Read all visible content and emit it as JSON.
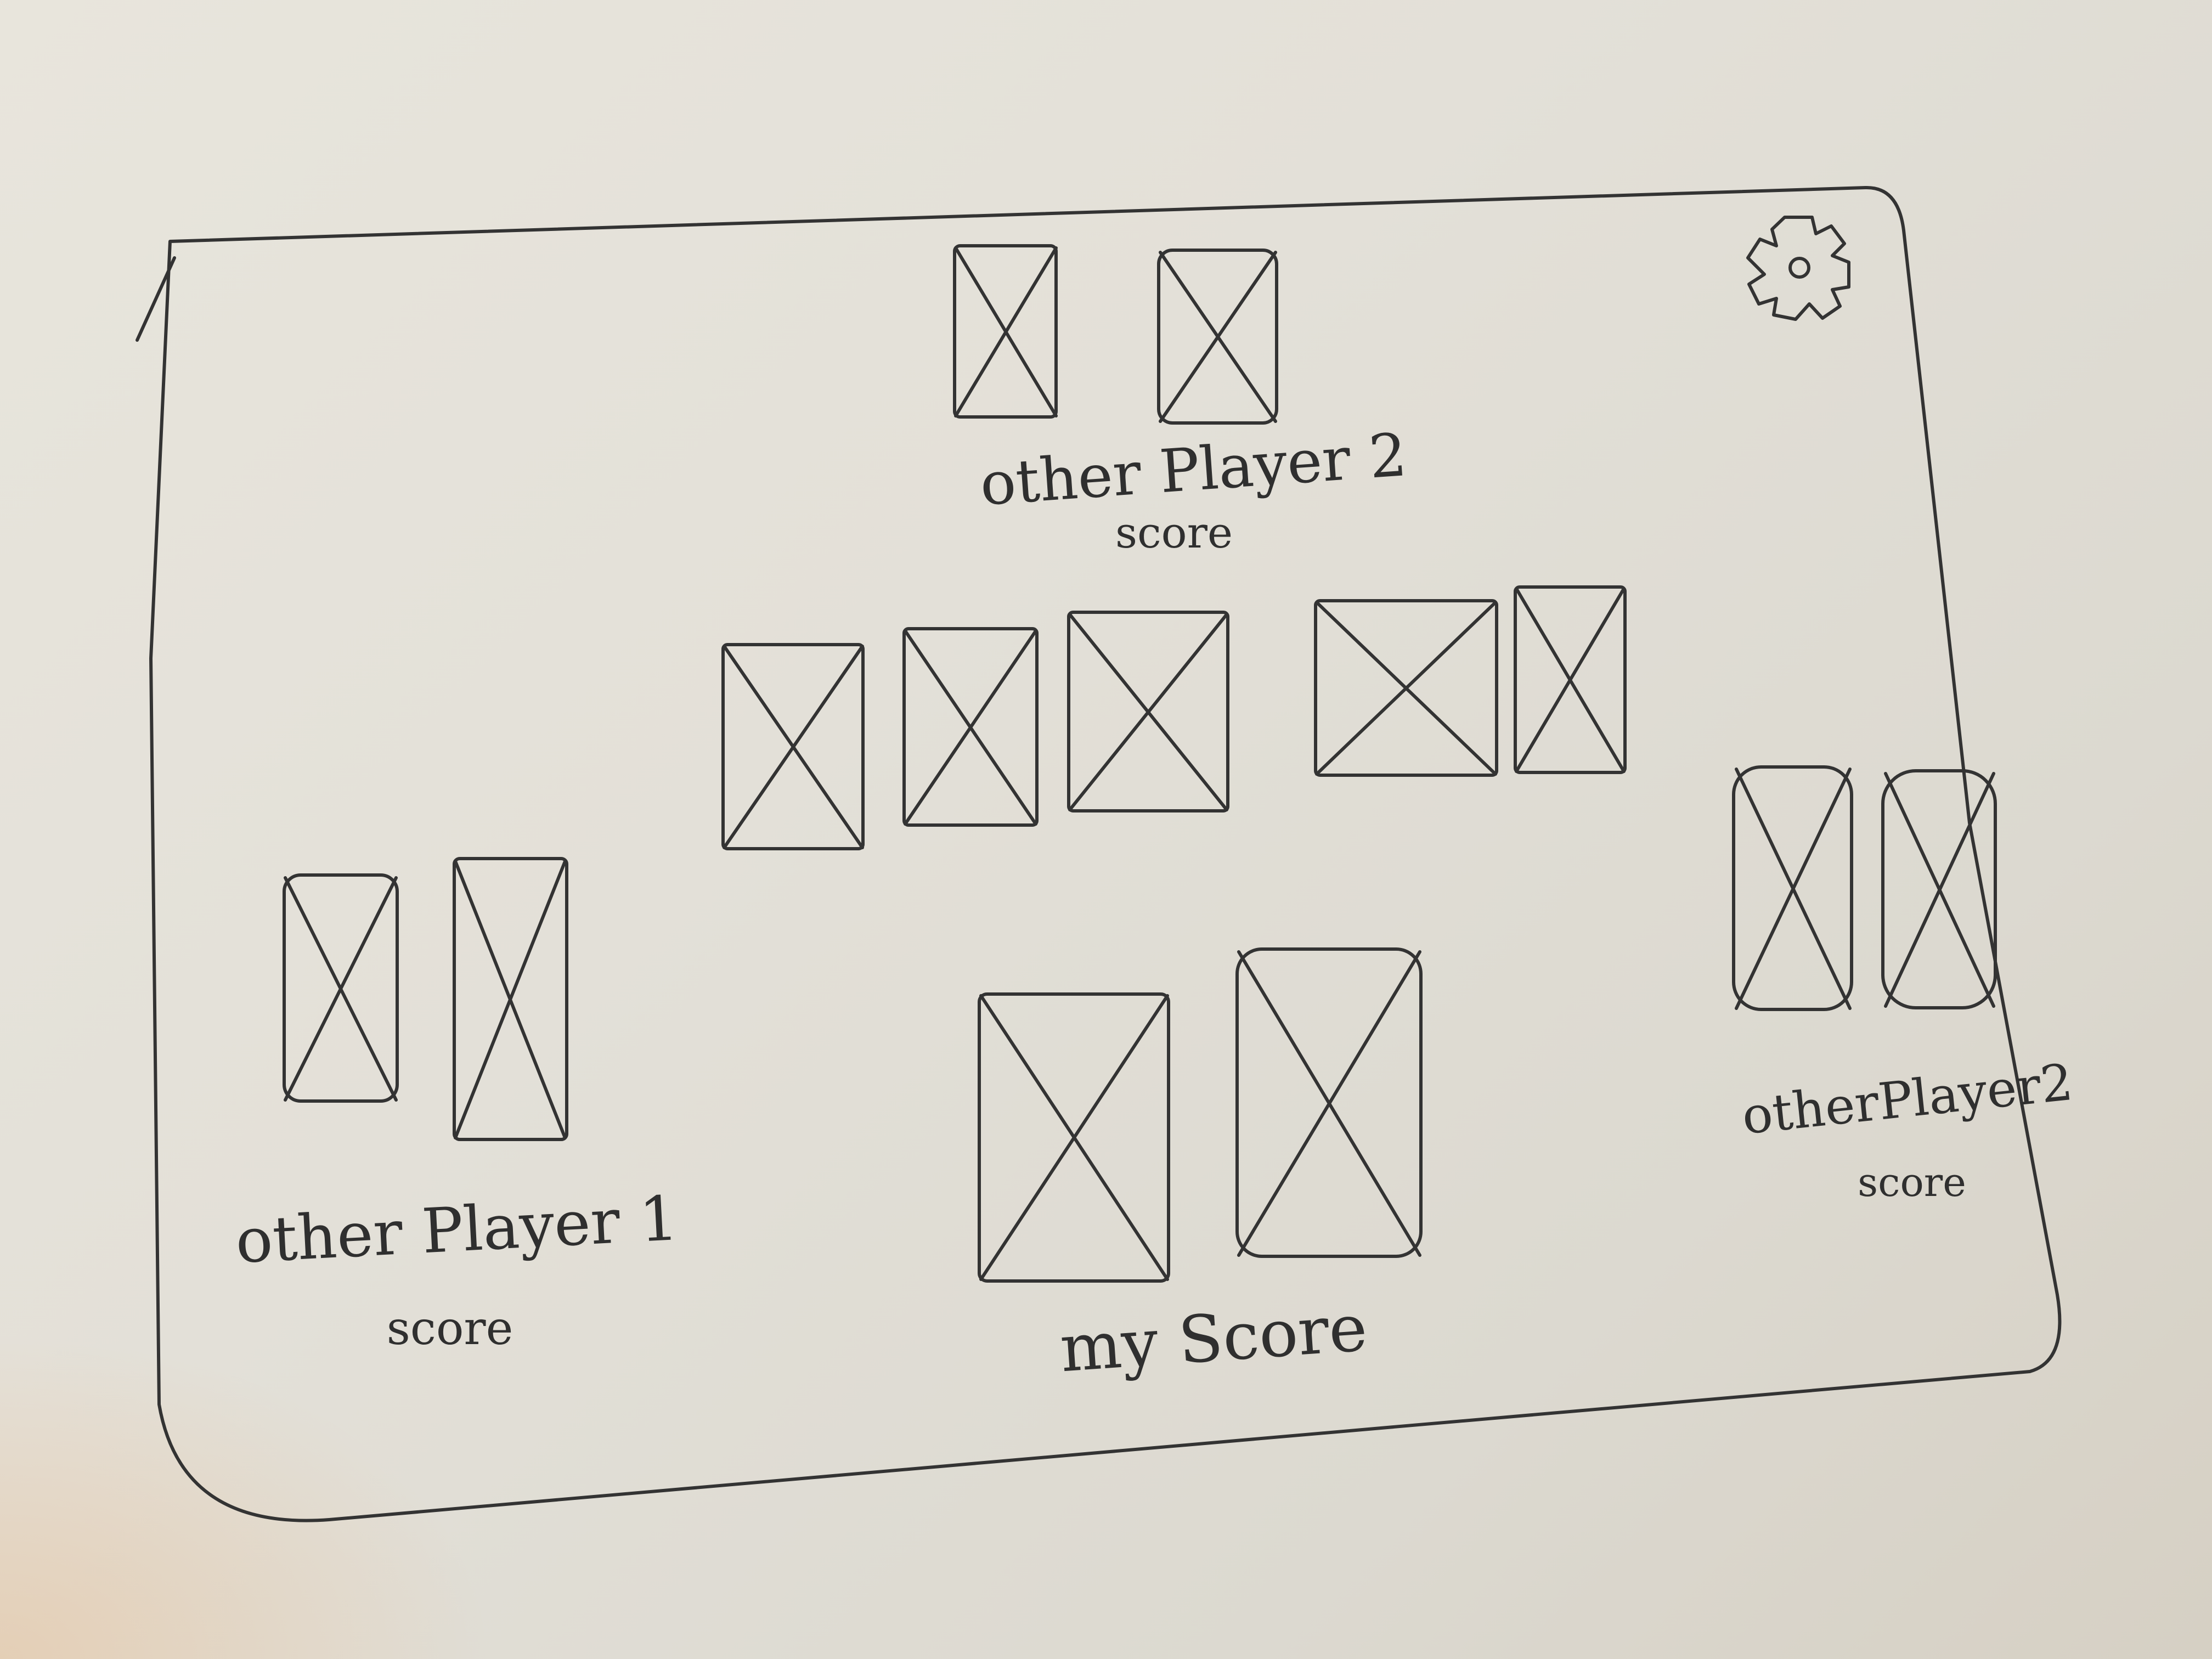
{
  "screen": {
    "icon": "gear-icon"
  },
  "players": {
    "top": {
      "name": "other Player 2",
      "score_label": "score",
      "hand_size": 2
    },
    "left": {
      "name": "other Player 1",
      "score_label": "score",
      "hand_size": 2
    },
    "right": {
      "name": "otherPlayer2",
      "score_label": "score",
      "hand_size": 2
    },
    "self": {
      "score_label": "my Score",
      "hand_size": 2
    }
  },
  "table": {
    "community_card_count": 5
  },
  "colors": {
    "ink": "#333333",
    "paper": "#e3e0d8"
  }
}
